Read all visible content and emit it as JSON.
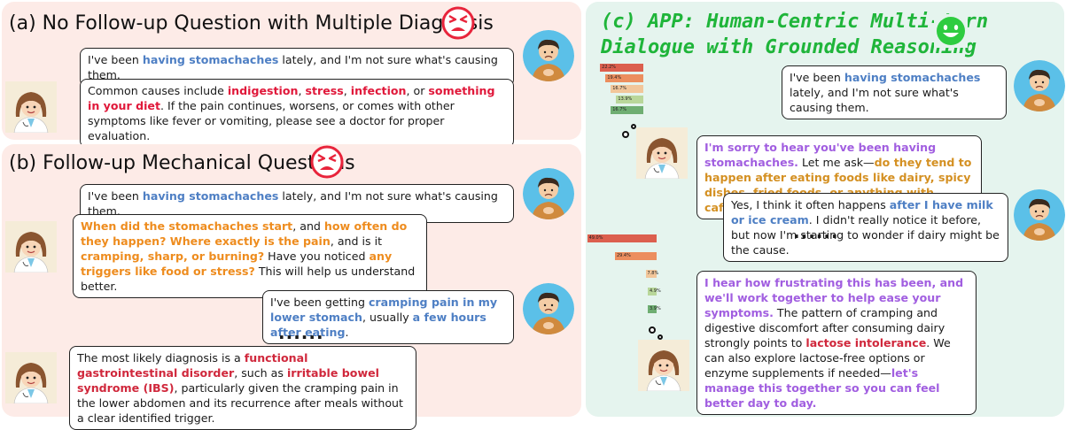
{
  "panel_a": {
    "title": "(a) No Follow-up Question with Multiple Diagnosis",
    "user": {
      "p1": "I've been ",
      "h1": "having stomachaches",
      "p2": " lately, and I'm not sure what's causing them."
    },
    "doctor": {
      "p1": "Common causes include ",
      "h1": "indigestion",
      "p2": ", ",
      "h2": "stress",
      "p3": ", ",
      "h3": "infection",
      "p4": ", or ",
      "h4": "something in your diet",
      "p5": ". If the pain continues, worsens, or comes with other symptoms like fever or vomiting, please see a doctor for proper evaluation."
    }
  },
  "panel_b": {
    "title": "(b) Follow-up Mechanical Questions",
    "user1": {
      "p1": "I've been ",
      "h1": "having stomachaches",
      "p2": " lately, and I'm not sure what's causing them."
    },
    "doctor1": {
      "h1": "When did the stomachaches start",
      "p1": ", and ",
      "h2": "how often do they happen? Where exactly is the pain",
      "p2": ", and is it ",
      "h3": "cramping, sharp, or burning?",
      "p3": " Have you noticed ",
      "h4": "any triggers like food or stress?",
      "p4": " This will help us understand better."
    },
    "user2": {
      "p1": "I've been getting ",
      "h1": "cramping pain in my lower stomach",
      "p2": ", usually ",
      "h2": "a few hours after eating",
      "p3": "."
    },
    "ellipsis": "......",
    "doctor2": {
      "p1": "The most likely diagnosis is a ",
      "h1": "functional gastrointestinal disorder",
      "p2": ", such as ",
      "h2": "irritable bowel syndrome (IBS)",
      "p3": ", particularly given the cramping pain in the lower abdomen and its recurrence after meals without a clear identified trigger."
    }
  },
  "panel_c": {
    "title_line1": "(c) APP: Human-Centric Multi-turn",
    "title_line2": "Dialogue with Grounded Reasoning",
    "user1": {
      "p1": "I've been ",
      "h1": "having stomachaches",
      "p2": " lately, and I'm not sure what's causing them."
    },
    "doctor1": {
      "h1": "I'm sorry to hear you've been having stomachaches.",
      "p1": " Let me ask—",
      "h2": "do they tend to happen after eating foods like dairy, spicy dishes, fried foods, or anything with caffeine?"
    },
    "user2": {
      "p1": "Yes, I think it often happens ",
      "h1": "after I have milk or ice cream",
      "p2": ". I didn't really notice it before, but now I'm starting to wonder if dairy might be the cause."
    },
    "ellipsis": "......",
    "doctor2": {
      "h1": "I hear how frustrating this has been, and we'll work together to help ease your symptoms.",
      "p1": " The pattern of cramping and digestive discomfort after consuming dairy strongly points to ",
      "h2": "lactose intolerance",
      "p2": ". We can also explore lactose-free options or enzyme supplements if needed—",
      "h3": "let's manage this together so you can feel better day to day."
    }
  },
  "chart_data": [
    {
      "type": "bar",
      "values": [
        22.2,
        19.4,
        16.7,
        13.9,
        16.7
      ],
      "labels": [
        "22.2%",
        "19.4%",
        "16.7%",
        "13.9%",
        "16.7%"
      ]
    },
    {
      "type": "bar",
      "values": [
        49.0,
        29.4,
        7.8,
        4.9,
        3.9
      ],
      "labels": [
        "49.0%",
        "29.4%",
        "7.8%",
        "4.9%",
        "3.9%"
      ]
    }
  ],
  "colors": {
    "panel_red_bg": "#fdebe7",
    "panel_green_bg": "#e5f4ee",
    "blue": "#4e7fc4",
    "red": "#e0183a",
    "orange": "#ee8c1e",
    "purple": "#a15ee0",
    "green_title": "#1fb53a",
    "sad_face": "#e8243b",
    "happy_face": "#2ecc40"
  },
  "icons": [
    "angry-face-icon",
    "happy-face-icon",
    "patient-avatar-icon",
    "doctor-avatar-icon",
    "thought-bubble-icon"
  ]
}
